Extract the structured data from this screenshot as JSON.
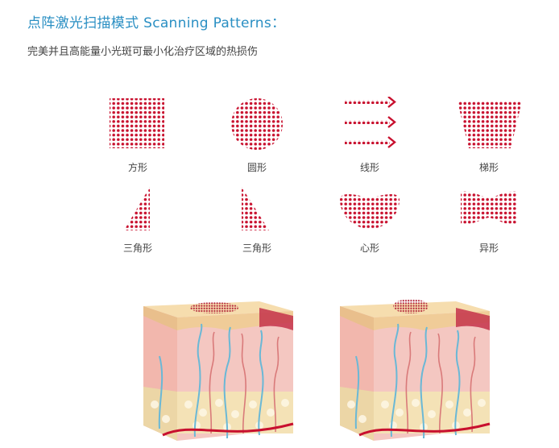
{
  "header": {
    "title": "点阵激光扫描模式 Scanning Patterns：",
    "subtitle": "完美并且高能量小光斑可最小化治疗区域的热损伤"
  },
  "patterns": [
    {
      "label": "方形",
      "icon": "square-dot-pattern-icon"
    },
    {
      "label": "圆形",
      "icon": "circle-dot-pattern-icon"
    },
    {
      "label": "线形",
      "icon": "line-arrow-pattern-icon"
    },
    {
      "label": "梯形",
      "icon": "trapezoid-dot-pattern-icon"
    },
    {
      "label": "三角形",
      "icon": "triangle-left-dot-pattern-icon"
    },
    {
      "label": "三角形",
      "icon": "triangle-right-dot-pattern-icon"
    },
    {
      "label": "心形",
      "icon": "crescent-dot-pattern-icon"
    },
    {
      "label": "异形",
      "icon": "bowtie-dot-pattern-icon"
    }
  ],
  "colors": {
    "dot": "#c8102e",
    "title": "#2a8fc3",
    "text": "#444444"
  }
}
